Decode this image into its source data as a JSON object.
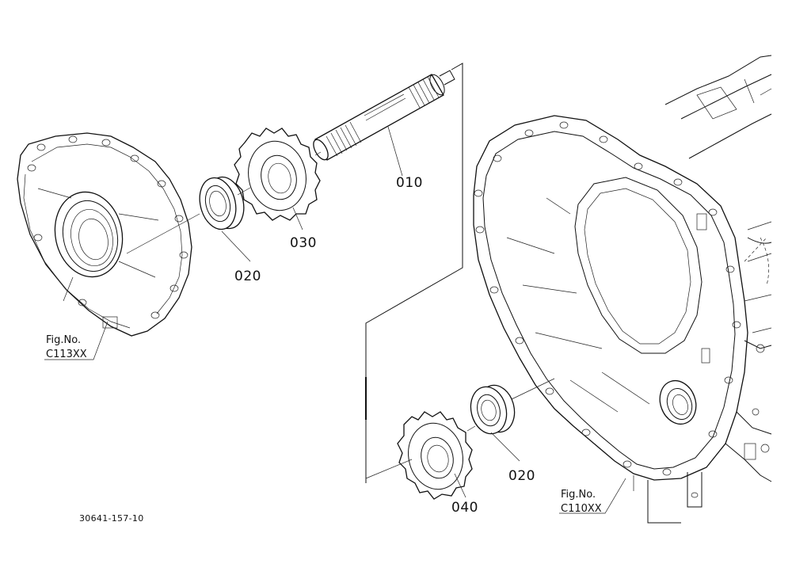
{
  "parts": [
    {
      "id": "p010",
      "label": "010"
    },
    {
      "id": "p020a",
      "label": "020"
    },
    {
      "id": "p030",
      "label": "030"
    },
    {
      "id": "p020b",
      "label": "020"
    },
    {
      "id": "p040",
      "label": "040"
    }
  ],
  "figure_refs": {
    "left": {
      "line1": "Fig.No.",
      "line2": "C113XX"
    },
    "right": {
      "line1": "Fig.No.",
      "line2": "C110XX"
    }
  },
  "drawing_code": "30641-157-10",
  "colors": {
    "ink": "#111111",
    "paper": "#ffffff"
  }
}
